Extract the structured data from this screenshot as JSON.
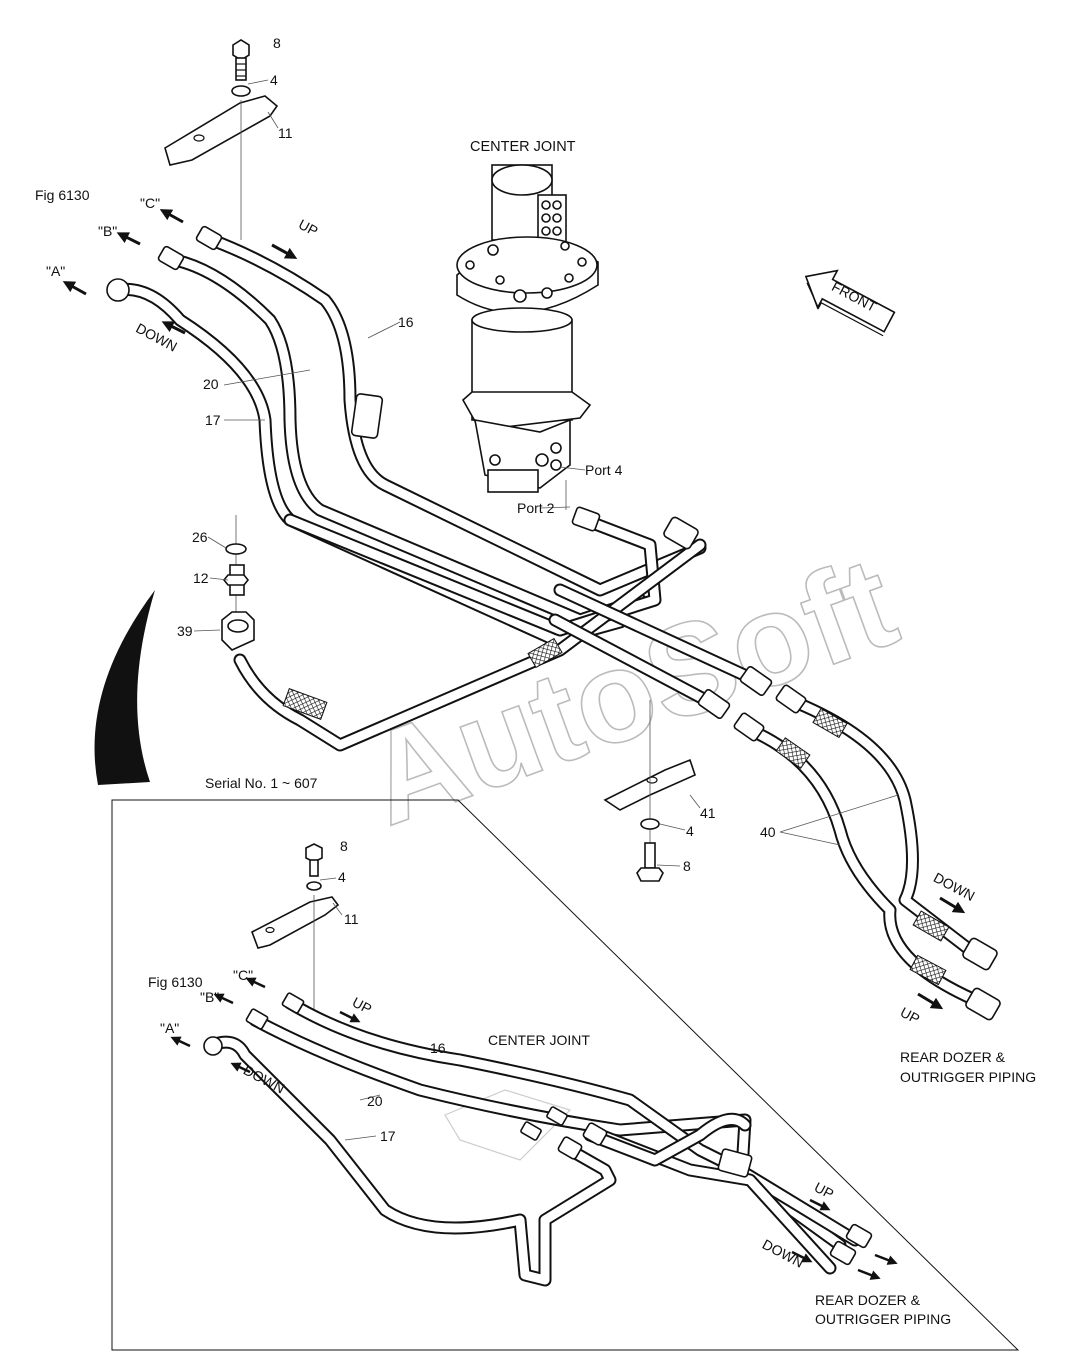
{
  "upper": {
    "title": "CENTER JOINT",
    "fig_ref": "Fig 6130",
    "ports": {
      "a": "\"A\"",
      "b": "\"B\"",
      "c": "\"C\""
    },
    "port_labels": {
      "port2": "Port 2",
      "port4": "Port 4"
    },
    "flow": {
      "up": "UP",
      "down": "DOWN",
      "down_rear": "DOWN",
      "up_rear": "UP"
    },
    "front_label": "FRONT",
    "callouts": {
      "c8": "8",
      "c4": "4",
      "c11": "11",
      "c16": "16",
      "c20": "20",
      "c17": "17",
      "c26": "26",
      "c12": "12",
      "c39": "39",
      "c41": "41",
      "c4b": "4",
      "c8b": "8",
      "c40": "40"
    },
    "destination": [
      "REAR DOZER &",
      "OUTRIGGER PIPING"
    ]
  },
  "inset": {
    "serial": "Serial No. 1 ~ 607",
    "title": "CENTER JOINT",
    "fig_ref": "Fig 6130",
    "ports": {
      "a": "\"A\"",
      "b": "\"B\"",
      "c": "\"C\""
    },
    "flow": {
      "up": "UP",
      "down": "DOWN",
      "up_rear": "UP",
      "down_rear": "DOWN"
    },
    "callouts": {
      "c8": "8",
      "c4": "4",
      "c11": "11",
      "c16": "16",
      "c20": "20",
      "c17": "17"
    },
    "destination": [
      "REAR DOZER &",
      "OUTRIGGER PIPING"
    ]
  },
  "watermark": "AutoSoft"
}
